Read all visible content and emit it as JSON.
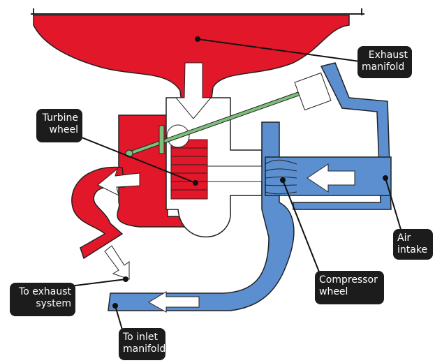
{
  "title": "Turbocharger diagram",
  "labels": {
    "exhaust_manifold": [
      "Exhaust",
      "manifold"
    ],
    "turbine_wheel": [
      "Turbine",
      "wheel"
    ],
    "air_intake": [
      "Air",
      "intake"
    ],
    "compressor_wheel": [
      "Compressor",
      "wheel"
    ],
    "to_exhaust_system": [
      "To exhaust",
      "system"
    ],
    "to_inlet_manifold": [
      "To inlet",
      "manifold"
    ]
  },
  "colors": {
    "exhaust": "#e3172a",
    "intake": "#5b8fd0",
    "linkage": "#7cc07a",
    "label_bg": "#1c1c1c"
  }
}
